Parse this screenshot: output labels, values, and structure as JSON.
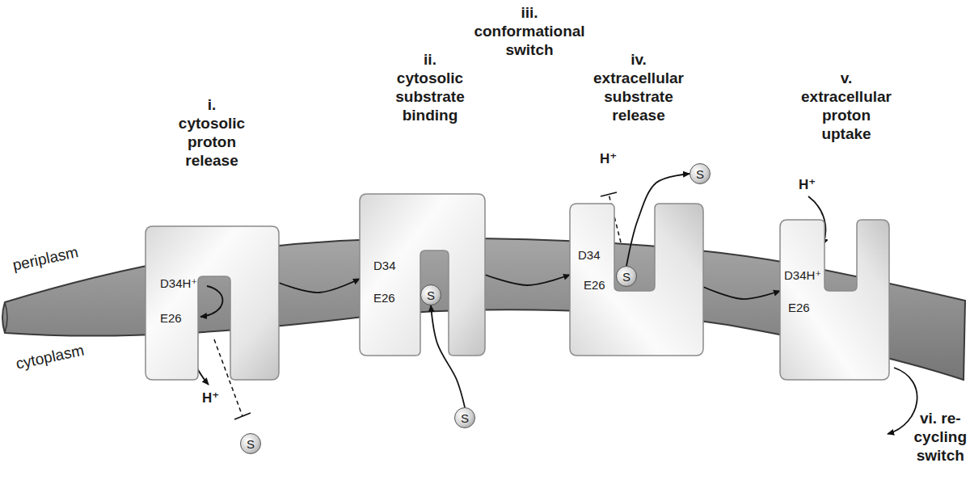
{
  "diagram": {
    "nodes": [
      {
        "text": [
          "D34H⁺",
          "E26"
        ]
      },
      {
        "text": [
          "D34",
          "E26"
        ]
      },
      {
        "text": [
          "D34",
          "E26"
        ]
      },
      {
        "text": [
          "D34H⁺",
          "E26"
        ]
      },
      {
        "text": [
          "S"
        ]
      },
      {
        "text": [
          "S"
        ],
        "in": 1
      },
      {
        "text": [
          "S"
        ]
      },
      {
        "text": [
          "S"
        ],
        "in": 2
      },
      {
        "text": [
          "S"
        ]
      }
    ],
    "edges": [
      {
        "from": 0,
        "to": 1,
        "arrow": "to"
      },
      {
        "from": 1,
        "to": 2,
        "arrow": "to"
      },
      {
        "from": 2,
        "to": 3,
        "arrow": "to"
      },
      {
        "from": 6,
        "to": 5,
        "arrow": "to"
      },
      {
        "from": 7,
        "to": 8,
        "arrow": "to"
      }
    ],
    "labels": [
      "i. cytosolic proton release",
      "ii. cytosolic substrate binding",
      "iii. conformational switch",
      "iv. extracellular substrate release",
      "v. extracellular proton uptake",
      "vi. re-cycling switch",
      "periplasm",
      "cytoplasm",
      "H⁺",
      "H⁺",
      "H⁺"
    ]
  }
}
